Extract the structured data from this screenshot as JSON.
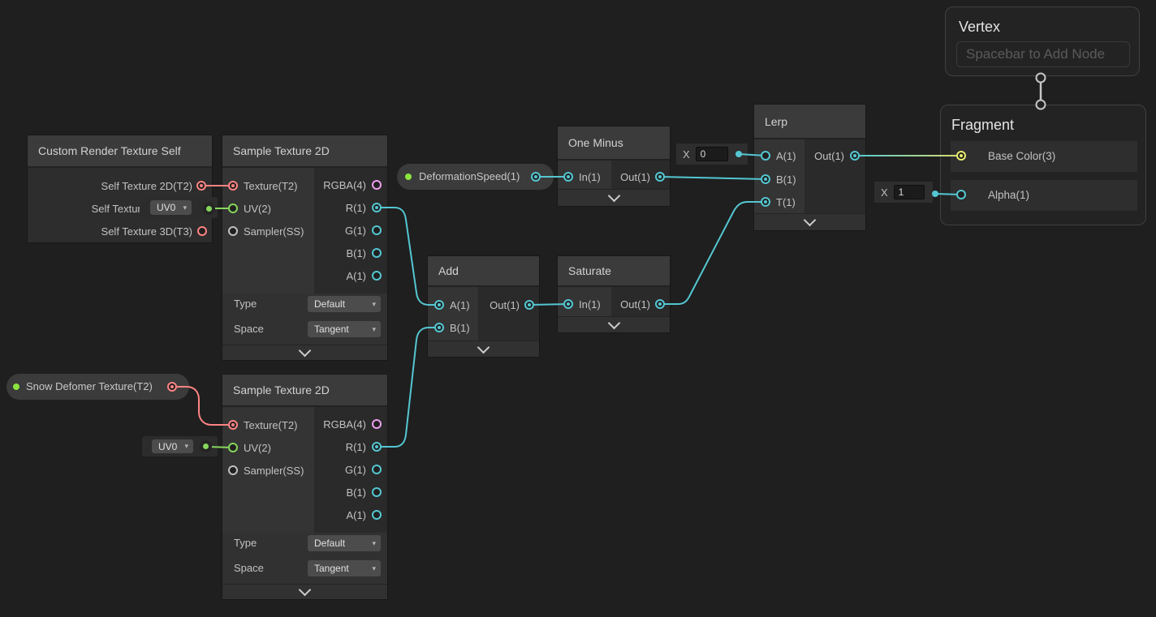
{
  "colors": {
    "canvas_bg": "#1f1f1f",
    "wire_cyan": "#54c7d2",
    "wire_green": "#86d65c",
    "wire_red": "#ff8383",
    "wire_gradient_end": "#dade6e",
    "port_yellow": "#e9ed6f",
    "port_pink": "#ee9fee",
    "port_gray": "#c0c0c0",
    "property_dot_green": "#8ce53f"
  },
  "nodes": {
    "custom": {
      "title": "Custom Render Texture Self",
      "outputs": [
        "Self Texture 2D(T2)",
        "Self Texture",
        "Self Texture 3D(T3)"
      ]
    },
    "sample1": {
      "title": "Sample Texture 2D",
      "inputs": [
        "Texture(T2)",
        "UV(2)",
        "Sampler(SS)"
      ],
      "outputs": [
        "RGBA(4)",
        "R(1)",
        "G(1)",
        "B(1)",
        "A(1)"
      ],
      "controls": [
        {
          "label": "Type",
          "value": "Default"
        },
        {
          "label": "Space",
          "value": "Tangent"
        }
      ]
    },
    "sample2": {
      "title": "Sample Texture 2D",
      "inputs": [
        "Texture(T2)",
        "UV(2)",
        "Sampler(SS)"
      ],
      "outputs": [
        "RGBA(4)",
        "R(1)",
        "G(1)",
        "B(1)",
        "A(1)"
      ],
      "controls": [
        {
          "label": "Type",
          "value": "Default"
        },
        {
          "label": "Space",
          "value": "Tangent"
        }
      ]
    },
    "oneminus": {
      "title": "One Minus",
      "inputs": [
        "In(1)"
      ],
      "outputs": [
        "Out(1)"
      ]
    },
    "add": {
      "title": "Add",
      "inputs": [
        "A(1)",
        "B(1)"
      ],
      "outputs": [
        "Out(1)"
      ]
    },
    "saturate": {
      "title": "Saturate",
      "inputs": [
        "In(1)"
      ],
      "outputs": [
        "Out(1)"
      ]
    },
    "lerp": {
      "title": "Lerp",
      "inputs": [
        "A(1)",
        "B(1)",
        "T(1)"
      ],
      "outputs": [
        "Out(1)"
      ]
    },
    "vertex": {
      "title": "Vertex",
      "placeholder": "Spacebar to Add Node"
    },
    "fragment": {
      "title": "Fragment",
      "inputs": [
        "Base Color(3)",
        "Alpha(1)"
      ]
    }
  },
  "properties": {
    "deformation_speed": "DeformationSpeed(1)",
    "snow_deformer": "Snow Defomer Texture(T2)"
  },
  "dropdowns": {
    "uv1": "UV0",
    "uv2": "UV0"
  },
  "fields": {
    "lerp_a": {
      "label": "X",
      "value": "0"
    },
    "fragment_alpha": {
      "label": "X",
      "value": "1"
    }
  }
}
